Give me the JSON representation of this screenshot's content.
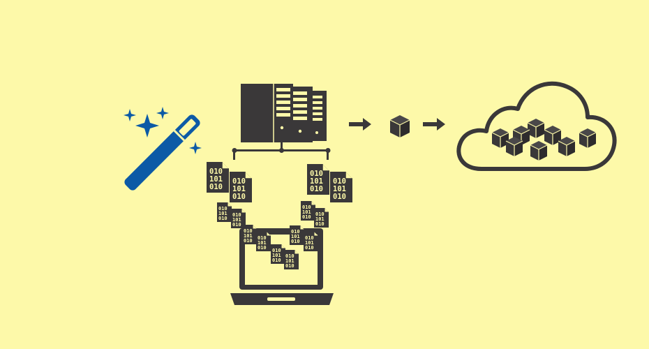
{
  "colors": {
    "background": "#fdf9a9",
    "icon_dark": "#3a3839",
    "wand_blue": "#0c5aa6"
  },
  "icons": {
    "wand": "magic-wand-icon",
    "servers": "server-rack-icon",
    "network": "network-bus-icon",
    "laptop": "laptop-icon",
    "file": "binary-file-icon",
    "arrow": "right-arrow-icon",
    "cube": "cube-icon",
    "cloud": "cloud-icon"
  },
  "binary": {
    "large": [
      "010",
      "101",
      "010"
    ],
    "small": [
      "010",
      "101",
      "010"
    ],
    "small_alt": [
      "101",
      "010"
    ]
  }
}
